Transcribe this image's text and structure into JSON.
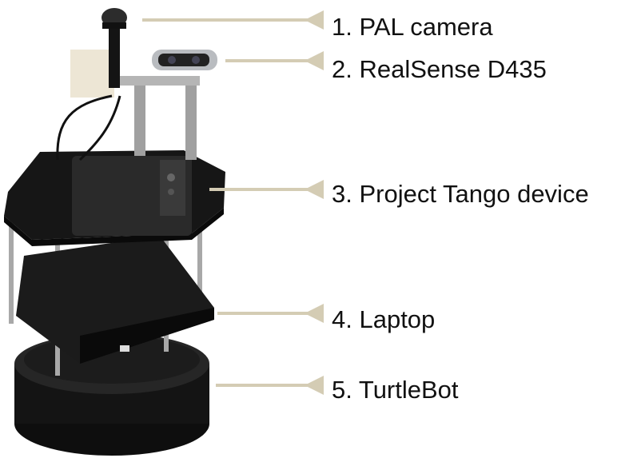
{
  "labels": [
    {
      "text": "1. PAL camera"
    },
    {
      "text": "2. RealSense D435"
    },
    {
      "text": "3. Project Tango device"
    },
    {
      "text": "4. Laptop"
    },
    {
      "text": "5. TurtleBot"
    }
  ],
  "colors": {
    "arrow": "#d4ccb4",
    "robot_body": "#1a1a1a",
    "pole": "#a8a8a8"
  }
}
